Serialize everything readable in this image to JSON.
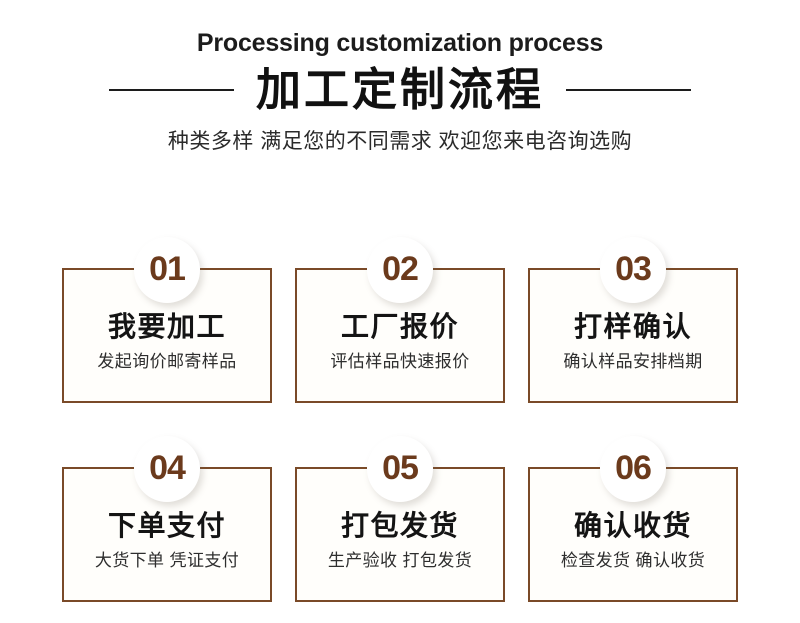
{
  "colors": {
    "background": "#ffffff",
    "card_border": "#7a4a28",
    "card_fill": "#fffefb",
    "badge_number": "#6b3a1c",
    "heading": "#111111",
    "rule": "#1c1c1c"
  },
  "header": {
    "title_en": "Processing customization process",
    "title_cn": "加工定制流程",
    "subtitle": "种类多样 满足您的不同需求 欢迎您来电咨询选购"
  },
  "steps": [
    {
      "number": "01",
      "title": "我要加工",
      "desc": "发起询价邮寄样品"
    },
    {
      "number": "02",
      "title": "工厂报价",
      "desc": "评估样品快速报价"
    },
    {
      "number": "03",
      "title": "打样确认",
      "desc": "确认样品安排档期"
    },
    {
      "number": "04",
      "title": "下单支付",
      "desc": "大货下单 凭证支付"
    },
    {
      "number": "05",
      "title": "打包发货",
      "desc": "生产验收 打包发货"
    },
    {
      "number": "06",
      "title": "确认收货",
      "desc": "检查发货 确认收货"
    }
  ]
}
